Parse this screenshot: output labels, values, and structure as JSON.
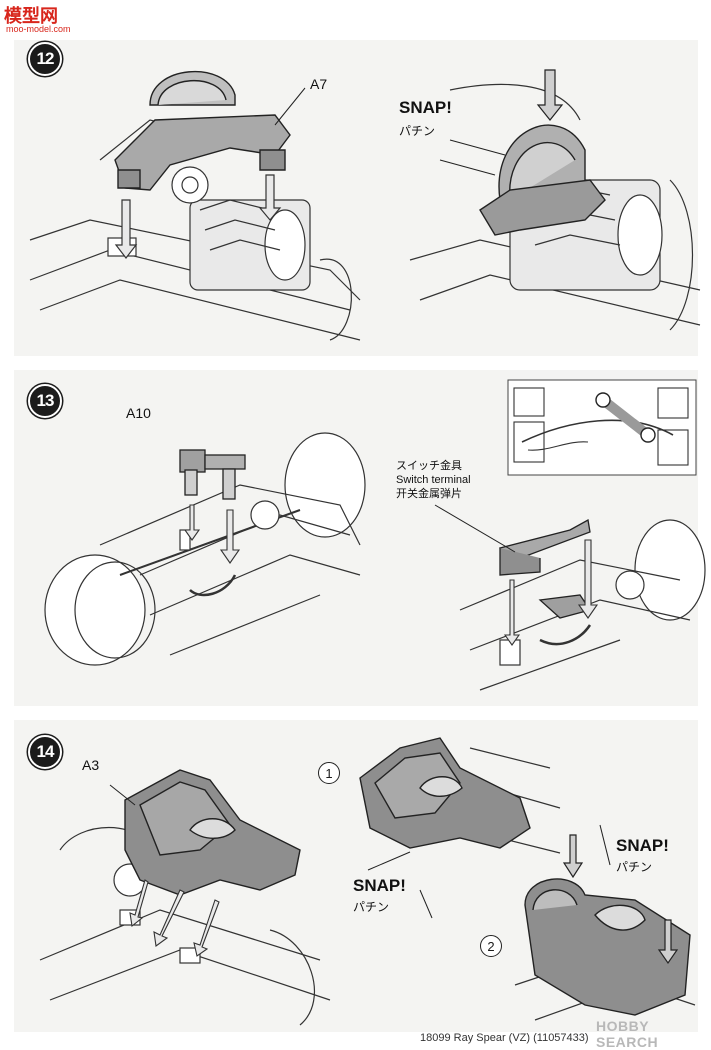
{
  "watermark": {
    "site": "模型网",
    "site_sub": "moo-model.com",
    "bottom": "HOBBY SEARCH"
  },
  "steps": [
    {
      "number": "12",
      "part_label": "A7",
      "snap": "SNAP!",
      "snap_jp": "パチン"
    },
    {
      "number": "13",
      "part_label": "A10",
      "switch_jp": "スイッチ金具",
      "switch_en": "Switch terminal",
      "switch_cn": "开关金属弹片"
    },
    {
      "number": "14",
      "part_label": "A3",
      "sub1": "1",
      "sub2": "2",
      "snap_left": "SNAP!",
      "snap_left_jp": "パチン",
      "snap_right": "SNAP!",
      "snap_right_jp": "パチン"
    }
  ],
  "footer": "18099 Ray Spear (VZ) (11057433)"
}
